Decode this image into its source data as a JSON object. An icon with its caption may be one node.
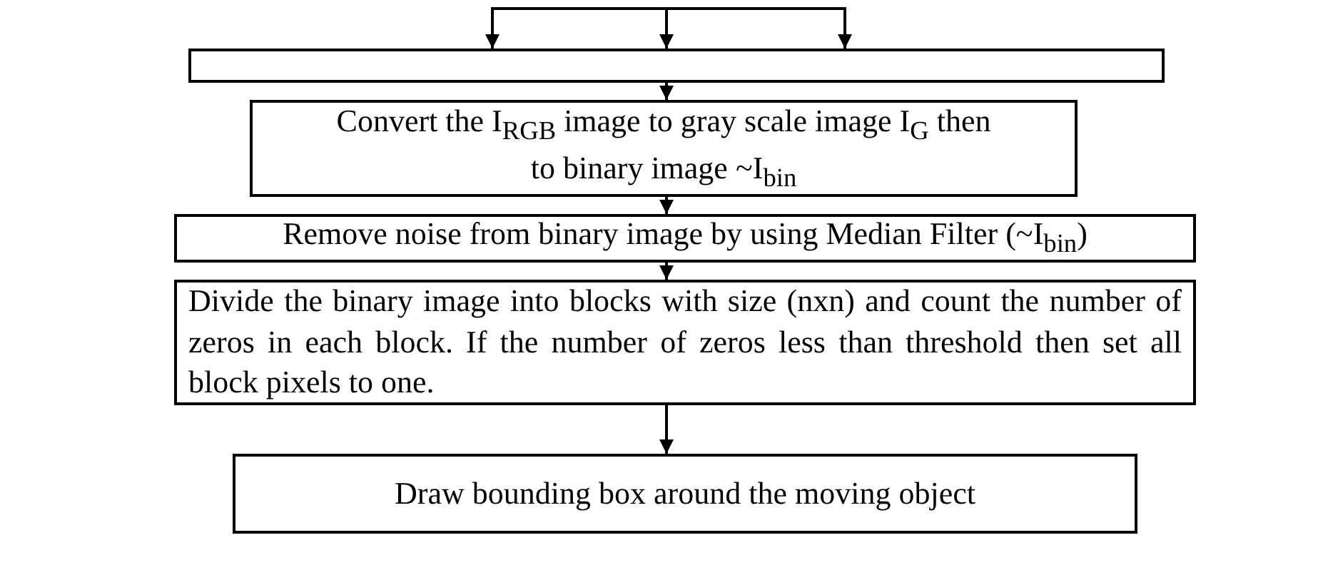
{
  "diagram": {
    "nodes": [
      {
        "text": [],
        "shape": "box"
      },
      {
        "text": [
          "Convert the I$_{RGB}$ image to gray scale image I$_{G}$ then to binary image ~I$_{bin}$"
        ]
      },
      {
        "text": [
          "Remove noise from binary image by using Median Filter (~I$_{bin}$)"
        ]
      },
      {
        "text": [
          "Divide the binary image into blocks with size (nxn) and count the number of zeros in each block. If the number of zeros less than threshold then set all block pixels to one."
        ]
      },
      {
        "text": [
          "Draw bounding box around the moving object"
        ]
      }
    ],
    "edges": [
      {
        "from": null,
        "to": 0,
        "arrow": "to"
      },
      {
        "from": null,
        "to": 0,
        "arrow": "to"
      },
      {
        "from": null,
        "to": 0,
        "arrow": "to"
      },
      {
        "from": 0,
        "to": 1,
        "arrow": "to"
      },
      {
        "from": 1,
        "to": 2,
        "arrow": "to"
      },
      {
        "from": 2,
        "to": 3,
        "arrow": "to"
      },
      {
        "from": 3,
        "to": 4,
        "arrow": "to"
      }
    ]
  }
}
